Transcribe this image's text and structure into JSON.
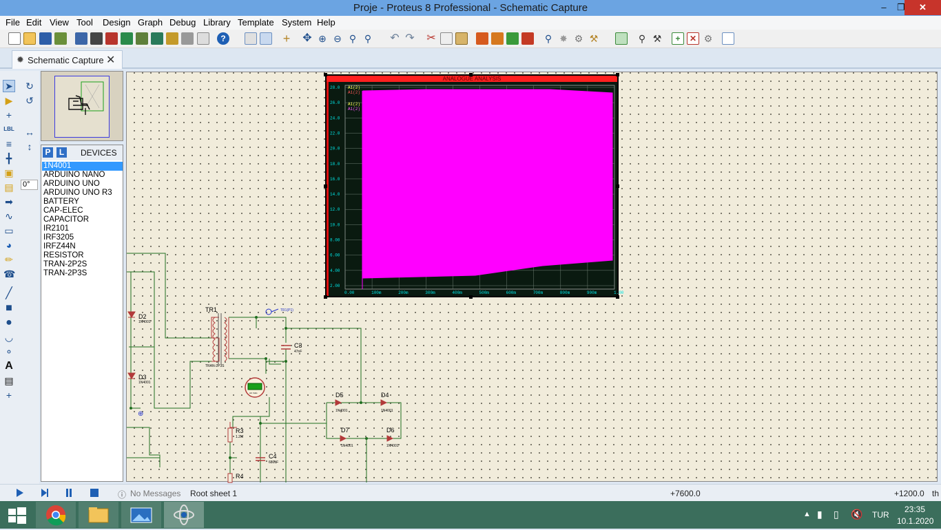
{
  "window": {
    "title": "Proje - Proteus 8 Professional - Schematic Capture",
    "min_icon": "minimize-icon",
    "max_icon": "maximize-icon",
    "close_icon": "close-icon"
  },
  "menu": [
    "File",
    "Edit",
    "View",
    "Tool",
    "Design",
    "Graph",
    "Debug",
    "Library",
    "Template",
    "System",
    "Help"
  ],
  "tab": {
    "label": "Schematic Capture"
  },
  "tools": {
    "angle_value": "0°"
  },
  "devices": {
    "p_label": "P",
    "l_label": "L",
    "title": "DEVICES",
    "items": [
      "1N4001",
      "ARDUINO NANO",
      "ARDUINO UNO",
      "ARDUINO UNO R3",
      "BATTERY",
      "CAP-ELEC",
      "CAPACITOR",
      "IR2101",
      "IRF3205",
      "IRFZ44N",
      "RESISTOR",
      "TRAN-2P2S",
      "TRAN-2P3S"
    ],
    "selected_index": 0
  },
  "graph": {
    "title": "ANALOGUE ANALYSIS",
    "legend": [
      "A1(2)",
      "A1(2)",
      "A1(2)",
      "A1(2)"
    ],
    "y_ticks": [
      "28.0",
      "26.0",
      "24.0",
      "22.0",
      "20.0",
      "18.0",
      "16.0",
      "14.0",
      "12.0",
      "10.0",
      "8.00",
      "6.00",
      "4.00",
      "2.00"
    ],
    "x_ticks": [
      "0.00",
      "100m",
      "200m",
      "300m",
      "400m",
      "500m",
      "600m",
      "700m",
      "800m",
      "900m",
      "1.00"
    ],
    "fill_color": "#ff00ff",
    "plot_bg": "#0a1a10",
    "tick_color": "#00e5e5"
  },
  "schematic": {
    "labels": {
      "tr1": "TR1",
      "tr1_type": "TRAN-2P3S",
      "tr1_probe": "TR1(P1)",
      "d2": "D2",
      "d2_type": "1N4001",
      "d3": "D3",
      "d3_type": "1N4001",
      "c3": "C3",
      "c3_val": "47nF",
      "d5": "D5",
      "d5_type": "1N4001",
      "d4": "D4",
      "d4_type": "1N4001",
      "d7": "D7",
      "d7_type": "1N4001",
      "d6": "D6",
      "d6_type": "1N4001",
      "r3": "R3",
      "r3_val": "1.2M",
      "c4": "C4",
      "c4_val": "680uF",
      "r4": "R4",
      "meter": "AC Volts"
    }
  },
  "status": {
    "messages": "No Messages",
    "sheet": "Root sheet 1",
    "coord_x": "+7600.0",
    "coord_y": "+1200.0",
    "units": "th"
  },
  "taskbar": {
    "lang": "TUR",
    "time": "23:35",
    "date": "10.1.2020"
  }
}
